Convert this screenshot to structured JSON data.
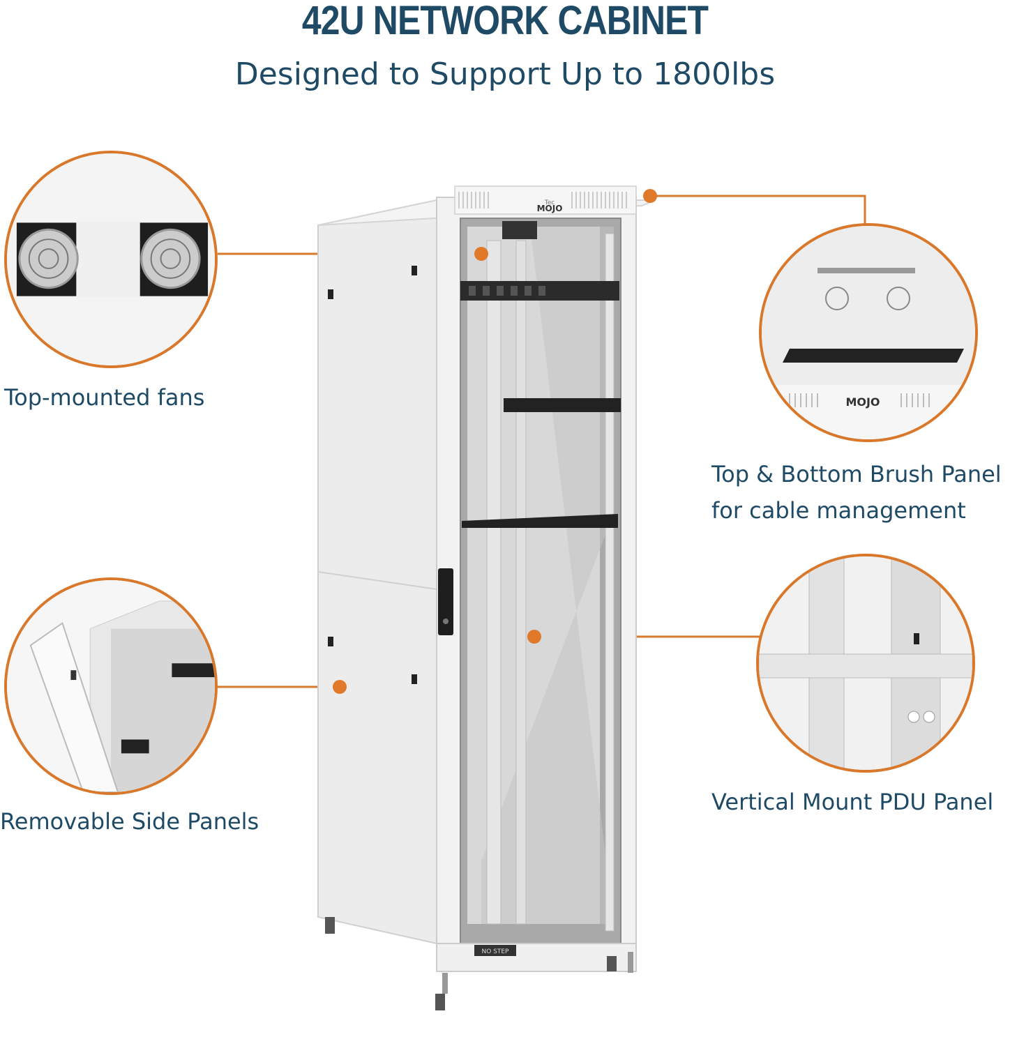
{
  "header": {
    "title": "42U NETWORK CABINET",
    "subtitle": "Designed to Support Up to 1800lbs"
  },
  "features": {
    "fans": {
      "label": "Top-mounted fans"
    },
    "brush_panel": {
      "line1": "Top & Bottom Brush Panel",
      "line2": "for cable management"
    },
    "side_panels": {
      "label": "Removable Side Panels"
    },
    "pdu_panel": {
      "label": "Vertical Mount PDU Panel"
    }
  },
  "brand": {
    "logo_small": "Tec",
    "logo_main": "MOJO",
    "door_sticker": "NO STEP"
  },
  "colors": {
    "accent": "#d9782a",
    "text": "#1f4a66",
    "cabinet": "#eeeeee"
  }
}
